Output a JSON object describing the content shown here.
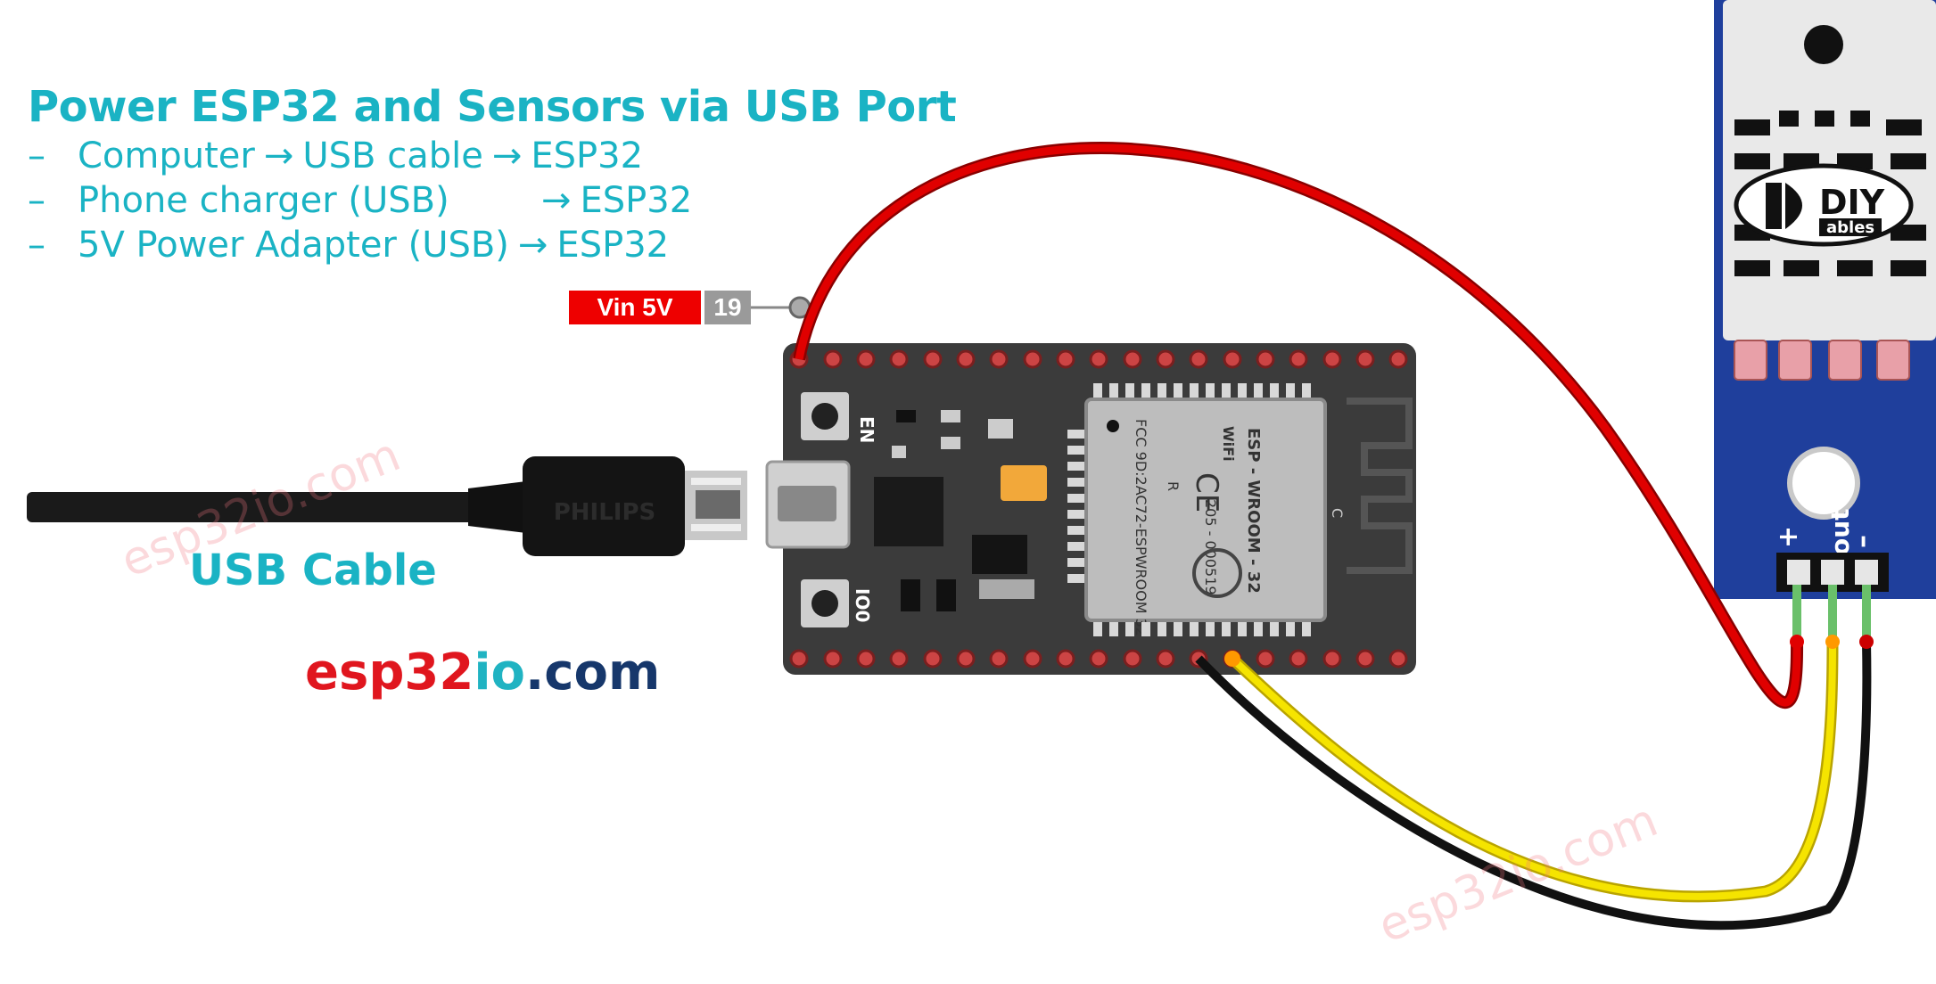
{
  "heading": "Power ESP32 and Sensors via USB Port",
  "power_options": [
    {
      "bullet": "–",
      "source": "Computer",
      "arrow": "→",
      "middle": "USB cable",
      "arrow2": "→",
      "target": "ESP32"
    },
    {
      "bullet": "–",
      "source": "Phone charger (USB)",
      "arrow": "→",
      "target": "ESP32"
    },
    {
      "bullet": "–",
      "source": "5V Power Adapter (USB)",
      "arrow": "→",
      "target": "ESP32"
    }
  ],
  "vin_label": "Vin 5V",
  "vin_pin": "19",
  "cable_label": "USB Cable",
  "cable_brand": "PHILIPS",
  "site": {
    "part1": "esp32",
    "part2": "io",
    "part3": ".com"
  },
  "watermark": "esp32io.com",
  "board": {
    "en_label": "EN",
    "io0_label": "IO0",
    "module_line1": "ESP - WROOM - 32",
    "module_line2": "FCC 9D:2AC72-ESPWROOM 32",
    "module_line3": "205 - 000519",
    "wifi": "WiFi",
    "ce": "CE",
    "r_mark": "R",
    "antenna_mark": "C"
  },
  "sensor": {
    "brand_top": "DIY",
    "brand_bottom": "ables",
    "plus": "+",
    "out": "out",
    "minus": "–"
  },
  "colors": {
    "accent": "#1ab3c4",
    "wire_vcc": "#dd0000",
    "wire_signal": "#f5e400",
    "wire_gnd": "#111111",
    "sensor_board": "#1f3f9c",
    "esp_board": "#3b3b3b"
  }
}
